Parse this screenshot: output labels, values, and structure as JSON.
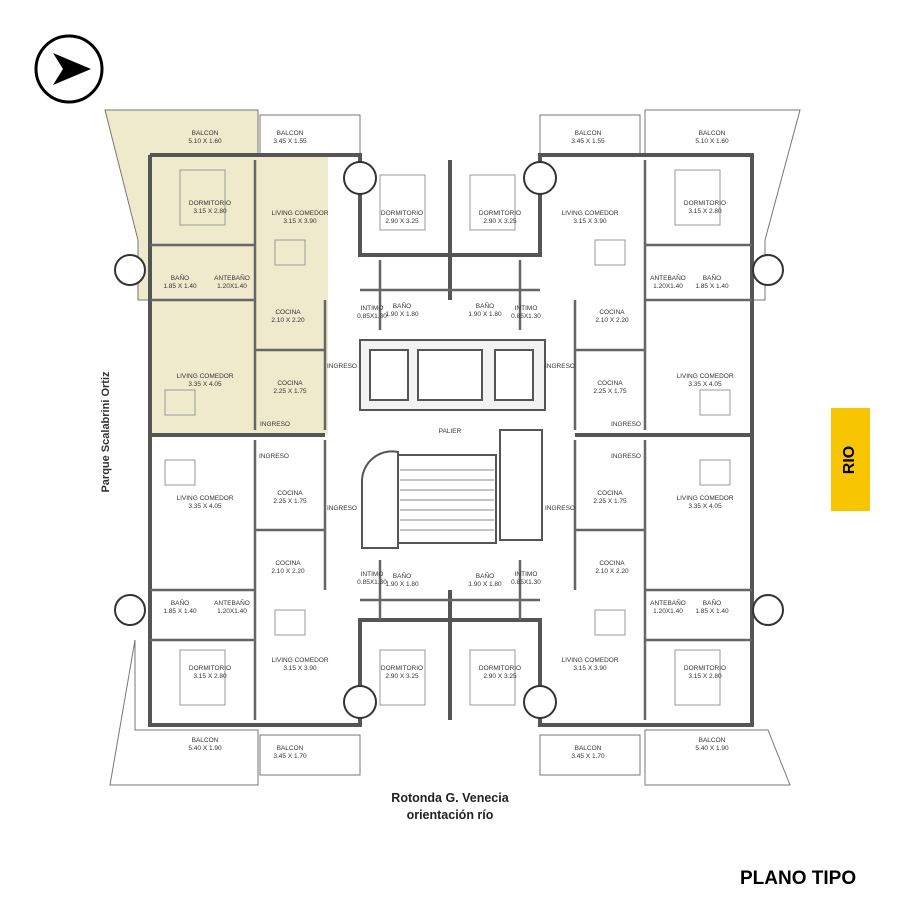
{
  "title": "PLANO TIPO",
  "river_label": "RIO",
  "park_label": "Parque Scalabrini Ortiz",
  "caption": {
    "line1": "Rotonda G. Venecia",
    "line2": "orientación río"
  },
  "compass": {
    "icon": "north-arrow-icon"
  },
  "highlight_color": "#efeacc",
  "accent_color": "#f7c600",
  "rooms": [
    {
      "name": "BALCON",
      "dims": "5.10 X 1.60"
    },
    {
      "name": "BALCON",
      "dims": "3.45 X 1.55"
    },
    {
      "name": "BALCON",
      "dims": "3.45 X 1.55"
    },
    {
      "name": "BALCON",
      "dims": "5.10 X 1.60"
    },
    {
      "name": "DORMITORIO",
      "dims": "3.15 X 2.80"
    },
    {
      "name": "LIVING COMEDOR",
      "dims": "3.15 X 3.90"
    },
    {
      "name": "DORMITORIO",
      "dims": "2.90 X 3.25"
    },
    {
      "name": "DORMITORIO",
      "dims": "2.90 X 3.25"
    },
    {
      "name": "LIVING COMEDOR",
      "dims": "3.15 X 3.90"
    },
    {
      "name": "DORMITORIO",
      "dims": "3.15 X 2.80"
    },
    {
      "name": "BAÑO",
      "dims": "1.85 X 1.40"
    },
    {
      "name": "ANTEBAÑO",
      "dims": "1.20X1.40"
    },
    {
      "name": "ANTEBAÑO",
      "dims": "1.20X1.40"
    },
    {
      "name": "BAÑO",
      "dims": "1.85 X 1.40"
    },
    {
      "name": "COCINA",
      "dims": "2.10 X 2.20"
    },
    {
      "name": "INTIMO",
      "dims": "0.85X1.30"
    },
    {
      "name": "BAÑO",
      "dims": "1.90 X 1.80"
    },
    {
      "name": "BAÑO",
      "dims": "1.90 X 1.80"
    },
    {
      "name": "INTIMO",
      "dims": "0.85X1.30"
    },
    {
      "name": "COCINA",
      "dims": "2.10 X 2.20"
    },
    {
      "name": "LIVING COMEDOR",
      "dims": "3.35 X 4.05"
    },
    {
      "name": "COCINA",
      "dims": "2.25 X 1.75"
    },
    {
      "name": "INGRESO",
      "dims": ""
    },
    {
      "name": "INGRESO",
      "dims": ""
    },
    {
      "name": "COCINA",
      "dims": "2.25 X 1.75"
    },
    {
      "name": "LIVING COMEDOR",
      "dims": "3.35 X 4.05"
    },
    {
      "name": "INGRESO",
      "dims": ""
    },
    {
      "name": "PALIER",
      "dims": ""
    },
    {
      "name": "INGRESO",
      "dims": ""
    },
    {
      "name": "INGRESO",
      "dims": ""
    },
    {
      "name": "INGRESO",
      "dims": ""
    },
    {
      "name": "LIVING COMEDOR",
      "dims": "3.35 X 4.05"
    },
    {
      "name": "COCINA",
      "dims": "2.25 X 1.75"
    },
    {
      "name": "INGRESO",
      "dims": ""
    },
    {
      "name": "INGRESO",
      "dims": ""
    },
    {
      "name": "COCINA",
      "dims": "2.25 X 1.75"
    },
    {
      "name": "LIVING COMEDOR",
      "dims": "3.35 X 4.05"
    },
    {
      "name": "COCINA",
      "dims": "2.10 X 2.20"
    },
    {
      "name": "INTIMO",
      "dims": "0.85X1.30"
    },
    {
      "name": "BAÑO",
      "dims": "1.90 X 1.80"
    },
    {
      "name": "BAÑO",
      "dims": "1.90 X 1.80"
    },
    {
      "name": "INTIMO",
      "dims": "0.85X1.30"
    },
    {
      "name": "COCINA",
      "dims": "2.10 X 2.20"
    },
    {
      "name": "BAÑO",
      "dims": "1.85 X 1.40"
    },
    {
      "name": "ANTEBAÑO",
      "dims": "1.20X1.40"
    },
    {
      "name": "ANTEBAÑO",
      "dims": "1.20X1.40"
    },
    {
      "name": "BAÑO",
      "dims": "1.85 X 1.40"
    },
    {
      "name": "DORMITORIO",
      "dims": "3.15 X 2.80"
    },
    {
      "name": "LIVING COMEDOR",
      "dims": "3.15 X 3.90"
    },
    {
      "name": "DORMITORIO",
      "dims": "2.90 X 3.25"
    },
    {
      "name": "DORMITORIO",
      "dims": "2.90 X 3.25"
    },
    {
      "name": "LIVING COMEDOR",
      "dims": "3.15 X 3.90"
    },
    {
      "name": "DORMITORIO",
      "dims": "3.15 X 2.80"
    },
    {
      "name": "BALCON",
      "dims": "5.40 X 1.90"
    },
    {
      "name": "BALCON",
      "dims": "3.45 X 1.70"
    },
    {
      "name": "BALCON",
      "dims": "3.45 X 1.70"
    },
    {
      "name": "BALCON",
      "dims": "5.40 X 1.90"
    }
  ]
}
